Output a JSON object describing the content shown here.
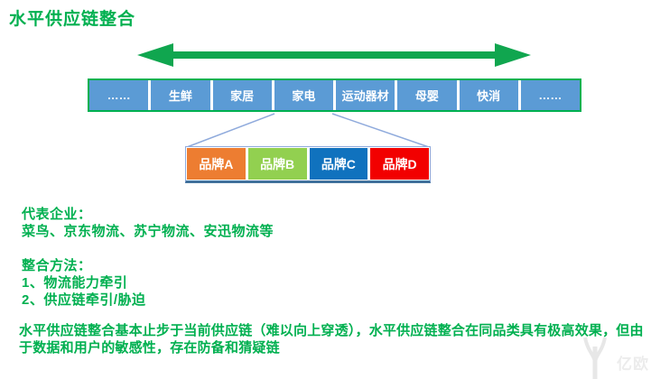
{
  "title": "水平供应链整合",
  "arrow": {
    "name": "horizontal-double-arrow",
    "color": "#10A64F"
  },
  "categories": {
    "items": [
      "……",
      "生鲜",
      "家居",
      "家电",
      "运动器材",
      "母婴",
      "快消",
      "……"
    ],
    "box_color": "#5B9BD5",
    "border_color": "#00B050",
    "text_color": "#FFFFFF"
  },
  "brands": {
    "items": [
      {
        "label": "品牌A",
        "color": "#ED7D31"
      },
      {
        "label": "品牌B",
        "color": "#92D050"
      },
      {
        "label": "品牌C",
        "color": "#1072BE"
      },
      {
        "label": "品牌D",
        "color": "#F20000"
      }
    ],
    "border_color": "#8FAADC",
    "expanded_from_category": "家电"
  },
  "representatives": {
    "heading": "代表企业：",
    "body": "菜鸟、京东物流、苏宁物流、安迅物流等"
  },
  "methods": {
    "heading": "整合方法：",
    "item1": "1、物流能力牵引",
    "item2": "2、供应链牵引/胁迫"
  },
  "summary": "水平供应链整合基本止步于当前供应链（难以向上穿透），水平供应链整合在同品类具有极高效果，但由于数据和用户的敏感性，存在防备和猜疑链",
  "watermark": {
    "icon": "tree-icon",
    "text": "亿欧"
  },
  "colors": {
    "text_green": "#00B050",
    "connector_blue": "#8FAADC",
    "group_shadow_blue": "#41719C"
  }
}
